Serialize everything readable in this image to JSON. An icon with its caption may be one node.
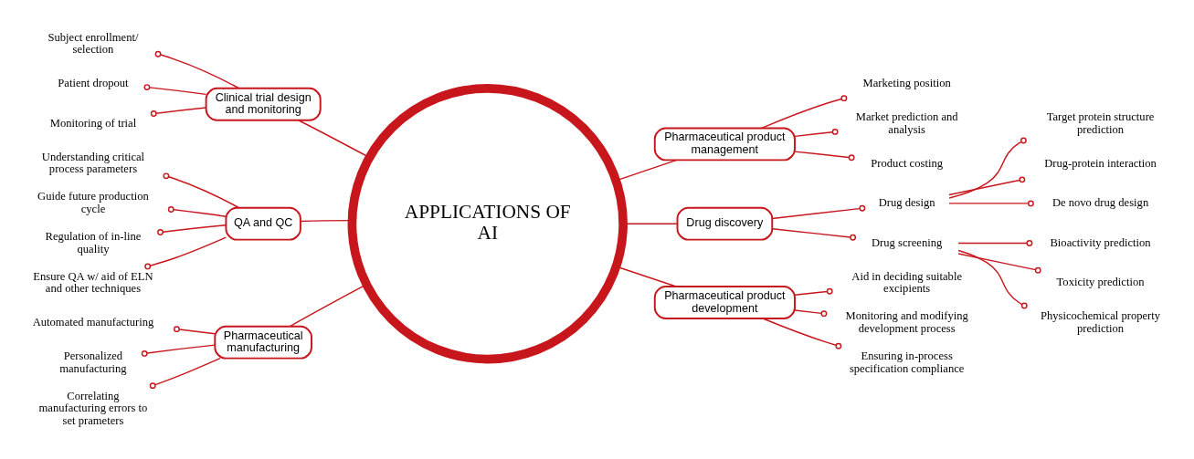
{
  "diagram": {
    "nodes": [
      {
        "text": [
          "APPLICATIONS OF AI"
        ]
      },
      {
        "text": [
          "Clinical trial design and monitoring"
        ]
      },
      {
        "text": [
          "Subject enrollment/ selection"
        ]
      },
      {
        "text": [
          "Patient dropout"
        ]
      },
      {
        "text": [
          "Monitoring of trial"
        ]
      },
      {
        "text": [
          "QA and QC"
        ]
      },
      {
        "text": [
          "Understanding critical process parameters"
        ]
      },
      {
        "text": [
          "Guide future production cycle"
        ]
      },
      {
        "text": [
          "Regulation of in-line quality"
        ]
      },
      {
        "text": [
          "Ensure QA w/ aid of ELN and other techniques"
        ]
      },
      {
        "text": [
          "Pharmaceutical manufacturing"
        ]
      },
      {
        "text": [
          "Automated manufacturing"
        ]
      },
      {
        "text": [
          "Personalized manufacturing"
        ]
      },
      {
        "text": [
          "Correlating manufacturing errors to set prameters"
        ]
      },
      {
        "text": [
          "Pharmaceutical product management"
        ]
      },
      {
        "text": [
          "Marketing position"
        ]
      },
      {
        "text": [
          "Market prediction and analysis"
        ]
      },
      {
        "text": [
          "Product costing"
        ]
      },
      {
        "text": [
          "Drug discovery"
        ]
      },
      {
        "text": [
          "Drug design"
        ]
      },
      {
        "text": [
          "Target protein structure prediction"
        ]
      },
      {
        "text": [
          "Drug-protein interaction"
        ]
      },
      {
        "text": [
          "De novo drug design"
        ]
      },
      {
        "text": [
          "Drug screening"
        ]
      },
      {
        "text": [
          "Bioactivity prediction"
        ]
      },
      {
        "text": [
          "Toxicity prediction"
        ]
      },
      {
        "text": [
          "Physicochemical property prediction"
        ]
      },
      {
        "text": [
          "Pharmaceutical product development"
        ]
      },
      {
        "text": [
          "Aid in deciding suitable excipients"
        ]
      },
      {
        "text": [
          "Monitoring and modifying development process"
        ]
      },
      {
        "text": [
          "Ensuring in-process specification compliance"
        ]
      }
    ],
    "edges": [
      {
        "from": 0,
        "to": 1,
        "arrow": "none"
      },
      {
        "from": 0,
        "to": 5,
        "arrow": "none"
      },
      {
        "from": 0,
        "to": 10,
        "arrow": "none"
      },
      {
        "from": 0,
        "to": 14,
        "arrow": "none"
      },
      {
        "from": 0,
        "to": 18,
        "arrow": "none"
      },
      {
        "from": 0,
        "to": 27,
        "arrow": "none"
      },
      {
        "from": 1,
        "to": 2,
        "arrow": "other"
      },
      {
        "from": 1,
        "to": 3,
        "arrow": "other"
      },
      {
        "from": 1,
        "to": 4,
        "arrow": "other"
      },
      {
        "from": 5,
        "to": 6,
        "arrow": "other"
      },
      {
        "from": 5,
        "to": 7,
        "arrow": "other"
      },
      {
        "from": 5,
        "to": 8,
        "arrow": "other"
      },
      {
        "from": 5,
        "to": 9,
        "arrow": "other"
      },
      {
        "from": 10,
        "to": 11,
        "arrow": "other"
      },
      {
        "from": 10,
        "to": 12,
        "arrow": "other"
      },
      {
        "from": 10,
        "to": 13,
        "arrow": "other"
      },
      {
        "from": 14,
        "to": 15,
        "arrow": "other"
      },
      {
        "from": 14,
        "to": 16,
        "arrow": "other"
      },
      {
        "from": 14,
        "to": 17,
        "arrow": "other"
      },
      {
        "from": 18,
        "to": 19,
        "arrow": "other"
      },
      {
        "from": 18,
        "to": 23,
        "arrow": "other"
      },
      {
        "from": 19,
        "to": 20,
        "arrow": "other"
      },
      {
        "from": 19,
        "to": 21,
        "arrow": "other"
      },
      {
        "from": 19,
        "to": 22,
        "arrow": "other"
      },
      {
        "from": 23,
        "to": 24,
        "arrow": "other"
      },
      {
        "from": 23,
        "to": 25,
        "arrow": "other"
      },
      {
        "from": 23,
        "to": 26,
        "arrow": "other"
      },
      {
        "from": 27,
        "to": 28,
        "arrow": "other"
      },
      {
        "from": 27,
        "to": 29,
        "arrow": "other"
      },
      {
        "from": 27,
        "to": 30,
        "arrow": "other"
      }
    ]
  }
}
